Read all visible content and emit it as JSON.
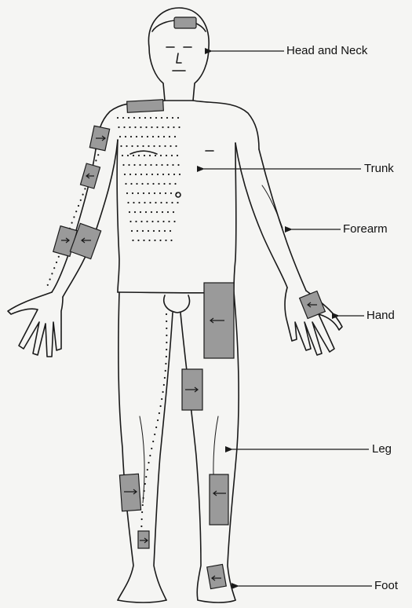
{
  "labels": {
    "head_and_neck": "Head and Neck",
    "trunk": "Trunk",
    "forearm": "Forearm",
    "hand": "Hand",
    "leg": "Leg",
    "foot": "Foot"
  },
  "colors": {
    "line": "#1a1a1a",
    "patch": "#9a9a9a",
    "background": "#f5f5f3"
  }
}
